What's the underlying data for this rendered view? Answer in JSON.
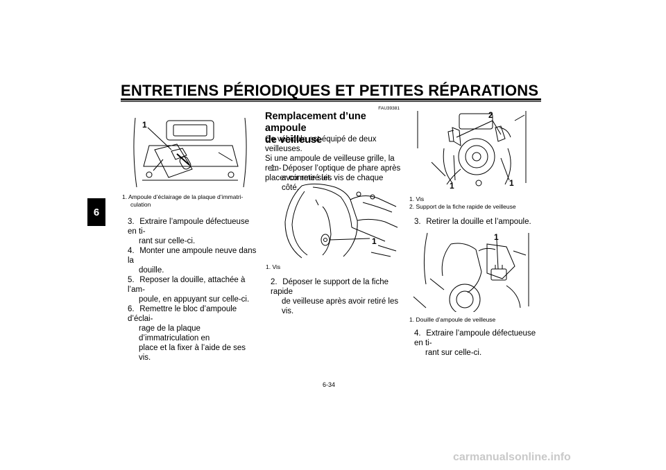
{
  "header": {
    "title": "ENTRETIENS PÉRIODIQUES ET PETITES RÉPARATIONS"
  },
  "chapter_tab": "6",
  "left_column": {
    "figure": {
      "callouts": [
        "1"
      ]
    },
    "caption": {
      "num": "1.",
      "line1": "Ampoule d’éclairage de la plaque d’immatri-",
      "line2": "culation"
    },
    "steps": [
      {
        "num": "3.",
        "line1": "Extraire l’ampoule défectueuse en ti-",
        "lines": [
          "rant sur celle-ci."
        ]
      },
      {
        "num": "4.",
        "line1": "Monter une ampoule neuve dans la",
        "lines": [
          "douille."
        ]
      },
      {
        "num": "5.",
        "line1": "Reposer la douille, attachée à l’am-",
        "lines": [
          "poule, en appuyant sur celle-ci."
        ]
      },
      {
        "num": "6.",
        "line1": "Remettre le bloc d’ampoule d’éclai-",
        "lines": [
          "rage de la plaque d’immatriculation en",
          "place et la fixer à l’aide de ses vis."
        ]
      }
    ]
  },
  "middle_column": {
    "ref_code": "FAU39381",
    "section_title_line1": "Remplacement d’une ampoule",
    "section_title_line2": "de veilleuse",
    "intro": [
      "Ce véhicule est équipé de deux veilleuses.",
      "Si une ampoule de veilleuse grille, la rem-",
      "placer comme suit."
    ],
    "step1": {
      "num": "1.",
      "line1": "Déposer l’optique de phare après",
      "line2": "avoir retiré les vis de chaque côté."
    },
    "figure": {
      "callouts": [
        "1"
      ]
    },
    "caption": {
      "num": "1.",
      "text": "Vis"
    },
    "step2": {
      "num": "2.",
      "line1": "Déposer le support de la fiche rapide",
      "line2": "de veilleuse après avoir retiré les vis."
    }
  },
  "right_column": {
    "figure1": {
      "callouts": [
        "2",
        "1",
        "1"
      ]
    },
    "caption1": [
      {
        "num": "1.",
        "text": "Vis"
      },
      {
        "num": "2.",
        "text": "Support de la fiche rapide de veilleuse"
      }
    ],
    "step3": {
      "num": "3.",
      "text": "Retirer la douille et l’ampoule."
    },
    "figure2": {
      "callouts": [
        "1"
      ]
    },
    "caption2": {
      "num": "1.",
      "text": "Douille d’ampoule de veilleuse"
    },
    "step4": {
      "num": "4.",
      "line1": "Extraire l’ampoule défectueuse en ti-",
      "line2": "rant sur celle-ci."
    }
  },
  "page_number": "6-34",
  "footer": {
    "brand": "carmanualsonline.info"
  }
}
